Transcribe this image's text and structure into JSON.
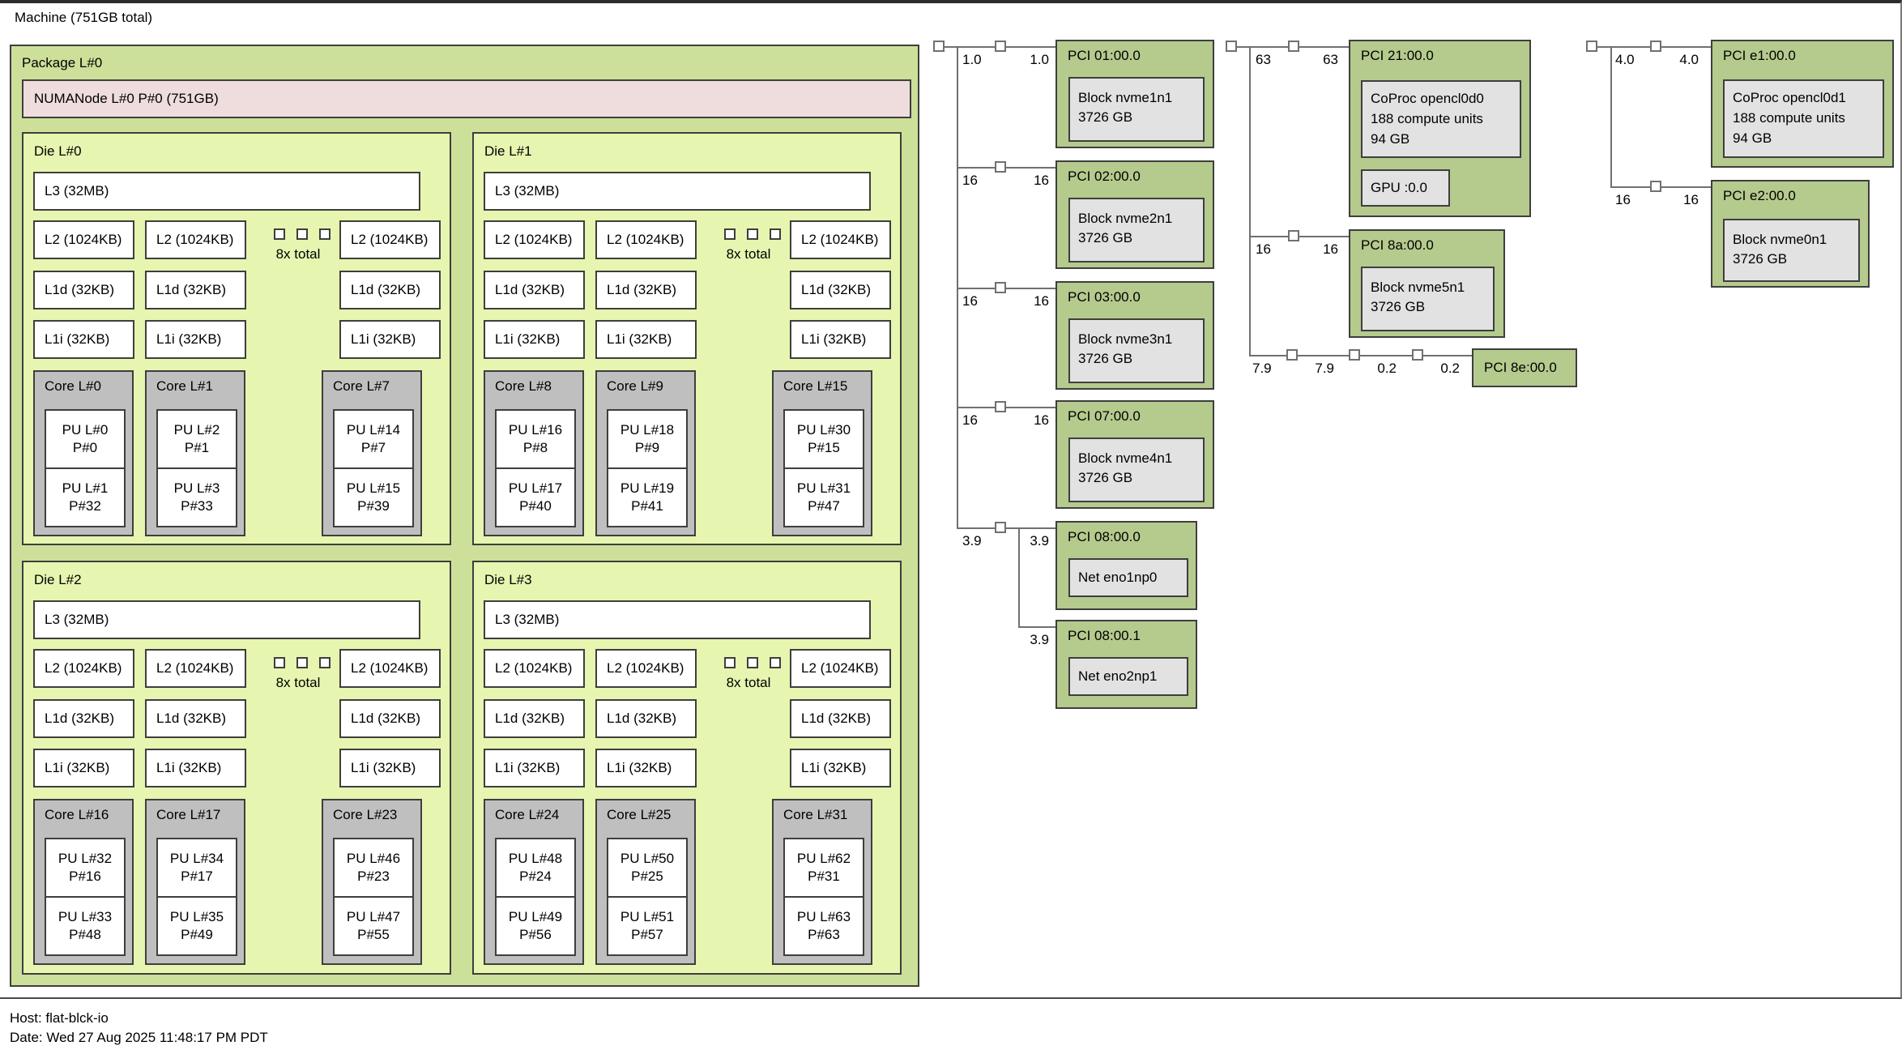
{
  "machine_label": "Machine (751GB total)",
  "package": {
    "label": "Package L#0",
    "numanode": "NUMANode L#0 P#0 (751GB)",
    "dies": [
      {
        "label": "Die L#0",
        "l3": "L3 (32MB)",
        "l2": [
          "L2 (1024KB)",
          "L2 (1024KB)",
          "L2 (1024KB)"
        ],
        "l1d": [
          "L1d (32KB)",
          "L1d (32KB)",
          "L1d (32KB)"
        ],
        "l1i": [
          "L1i (32KB)",
          "L1i (32KB)",
          "L1i (32KB)"
        ],
        "collapse": "8x total",
        "cores": [
          {
            "label": "Core L#0",
            "pu": [
              [
                "PU L#0",
                "P#0"
              ],
              [
                "PU L#1",
                "P#32"
              ]
            ]
          },
          {
            "label": "Core L#1",
            "pu": [
              [
                "PU L#2",
                "P#1"
              ],
              [
                "PU L#3",
                "P#33"
              ]
            ]
          },
          {
            "label": "Core L#7",
            "pu": [
              [
                "PU L#14",
                "P#7"
              ],
              [
                "PU L#15",
                "P#39"
              ]
            ]
          }
        ]
      },
      {
        "label": "Die L#1",
        "l3": "L3 (32MB)",
        "l2": [
          "L2 (1024KB)",
          "L2 (1024KB)",
          "L2 (1024KB)"
        ],
        "l1d": [
          "L1d (32KB)",
          "L1d (32KB)",
          "L1d (32KB)"
        ],
        "l1i": [
          "L1i (32KB)",
          "L1i (32KB)",
          "L1i (32KB)"
        ],
        "collapse": "8x total",
        "cores": [
          {
            "label": "Core L#8",
            "pu": [
              [
                "PU L#16",
                "P#8"
              ],
              [
                "PU L#17",
                "P#40"
              ]
            ]
          },
          {
            "label": "Core L#9",
            "pu": [
              [
                "PU L#18",
                "P#9"
              ],
              [
                "PU L#19",
                "P#41"
              ]
            ]
          },
          {
            "label": "Core L#15",
            "pu": [
              [
                "PU L#30",
                "P#15"
              ],
              [
                "PU L#31",
                "P#47"
              ]
            ]
          }
        ]
      },
      {
        "label": "Die L#2",
        "l3": "L3 (32MB)",
        "l2": [
          "L2 (1024KB)",
          "L2 (1024KB)",
          "L2 (1024KB)"
        ],
        "l1d": [
          "L1d (32KB)",
          "L1d (32KB)",
          "L1d (32KB)"
        ],
        "l1i": [
          "L1i (32KB)",
          "L1i (32KB)",
          "L1i (32KB)"
        ],
        "collapse": "8x total",
        "cores": [
          {
            "label": "Core L#16",
            "pu": [
              [
                "PU L#32",
                "P#16"
              ],
              [
                "PU L#33",
                "P#48"
              ]
            ]
          },
          {
            "label": "Core L#17",
            "pu": [
              [
                "PU L#34",
                "P#17"
              ],
              [
                "PU L#35",
                "P#49"
              ]
            ]
          },
          {
            "label": "Core L#23",
            "pu": [
              [
                "PU L#46",
                "P#23"
              ],
              [
                "PU L#47",
                "P#55"
              ]
            ]
          }
        ]
      },
      {
        "label": "Die L#3",
        "l3": "L3 (32MB)",
        "l2": [
          "L2 (1024KB)",
          "L2 (1024KB)",
          "L2 (1024KB)"
        ],
        "l1d": [
          "L1d (32KB)",
          "L1d (32KB)",
          "L1d (32KB)"
        ],
        "l1i": [
          "L1i (32KB)",
          "L1i (32KB)",
          "L1i (32KB)"
        ],
        "collapse": "8x total",
        "cores": [
          {
            "label": "Core L#24",
            "pu": [
              [
                "PU L#48",
                "P#24"
              ],
              [
                "PU L#49",
                "P#56"
              ]
            ]
          },
          {
            "label": "Core L#25",
            "pu": [
              [
                "PU L#50",
                "P#25"
              ],
              [
                "PU L#51",
                "P#57"
              ]
            ]
          },
          {
            "label": "Core L#31",
            "pu": [
              [
                "PU L#62",
                "P#31"
              ],
              [
                "PU L#63",
                "P#63"
              ]
            ]
          }
        ]
      }
    ]
  },
  "pci": {
    "t1": {
      "rows": [
        {
          "speed_left": "1.0",
          "speed_right": "1.0",
          "title": "PCI 01:00.0",
          "dev1": "Block nvme1n1",
          "dev2": "3726 GB"
        },
        {
          "speed_left": "16",
          "speed_right": "16",
          "title": "PCI 02:00.0",
          "dev1": "Block nvme2n1",
          "dev2": "3726 GB"
        },
        {
          "speed_left": "16",
          "speed_right": "16",
          "title": "PCI 03:00.0",
          "dev1": "Block nvme3n1",
          "dev2": "3726 GB"
        },
        {
          "speed_left": "16",
          "speed_right": "16",
          "title": "PCI 07:00.0",
          "dev1": "Block nvme4n1",
          "dev2": "3726 GB"
        },
        {
          "speed_left": "3.9",
          "speed_right": "3.9",
          "title": "PCI 08:00.0",
          "dev1": "Net eno1np0"
        },
        {
          "speed_right": "3.9",
          "title": "PCI 08:00.1",
          "dev1": "Net eno2np1"
        }
      ]
    },
    "t2": {
      "rows": [
        {
          "speed_left": "63",
          "speed_right": "63",
          "title": "PCI 21:00.0",
          "coproc1": "CoProc opencl0d0",
          "coproc2": "188 compute units",
          "coproc3": "94 GB",
          "gpu": "GPU :0.0"
        },
        {
          "speed_left": "16",
          "speed_right": "16",
          "title": "PCI 8a:00.0",
          "dev1": "Block nvme5n1",
          "dev2": "3726 GB"
        },
        {
          "speeds": [
            "7.9",
            "7.9",
            "0.2",
            "0.2"
          ],
          "title": "PCI 8e:00.0"
        }
      ]
    },
    "t3": {
      "rows": [
        {
          "speed_left": "4.0",
          "speed_right": "4.0",
          "title": "PCI e1:00.0",
          "coproc1": "CoProc opencl0d1",
          "coproc2": "188 compute units",
          "coproc3": "94 GB"
        },
        {
          "speed_left": "16",
          "speed_right": "16",
          "title": "PCI e2:00.0",
          "dev1": "Block nvme0n1",
          "dev2": "3726 GB"
        }
      ]
    }
  },
  "legend": {
    "host": "Host: flat-blck-io",
    "date": "Date: Wed 27 Aug 2025 11:48:17 PM PDT"
  },
  "colors": {
    "machine_top": "#2c2c2c",
    "border": "#3e3e3e",
    "line": "#707070",
    "package": "#cde09a",
    "die": "#e6f5b0",
    "numanode": "#efdddd",
    "core": "#bfbfbf",
    "pci": "#b5ca8d",
    "device": "#e2e2e2"
  }
}
